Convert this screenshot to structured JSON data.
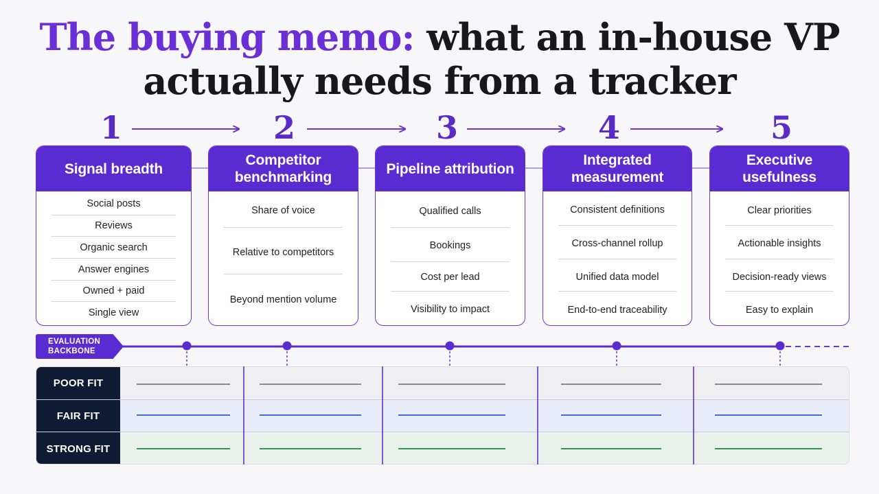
{
  "title": {
    "accent": "The buying memo:",
    "line1_rest": "what an in-house VP",
    "line2": "actually needs from a tracker"
  },
  "steps": [
    {
      "number": "1",
      "heading": "Signal breadth",
      "items": [
        "Social posts",
        "Reviews",
        "Organic search",
        "Answer engines",
        "Owned + paid",
        "Single view"
      ]
    },
    {
      "number": "2",
      "heading": "Competitor benchmarking",
      "items": [
        "Share of voice",
        "Relative to competitors",
        "Beyond mention volume"
      ]
    },
    {
      "number": "3",
      "heading": "Pipeline attribution",
      "items": [
        "Qualified calls",
        "Bookings",
        "Cost per lead",
        "Visibility to impact"
      ]
    },
    {
      "number": "4",
      "heading": "Integrated measurement",
      "items": [
        "Consistent definitions",
        "Cross-channel rollup",
        "Unified data model",
        "End-to-end traceability"
      ]
    },
    {
      "number": "5",
      "heading": "Executive usefulness",
      "items": [
        "Clear priorities",
        "Actionable insights",
        "Decision-ready views",
        "Easy to explain"
      ]
    }
  ],
  "backbone": {
    "label_line1": "EVALUATION",
    "label_line2": "BACKBONE"
  },
  "fit_rows": [
    "POOR FIT",
    "FAIR FIT",
    "STRONG FIT"
  ],
  "colors": {
    "accent": "#6a2fd6",
    "header": "#5a2bd0",
    "fit_label_bg": "#0f1a33",
    "poor": "#8a8a95",
    "fair": "#3d6fd8",
    "strong": "#2c9a48"
  }
}
